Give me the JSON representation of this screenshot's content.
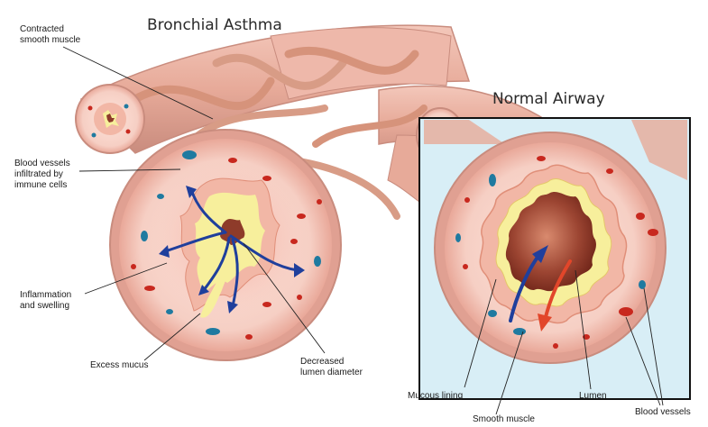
{
  "titles": {
    "asthma": "Bronchial Asthma",
    "normal": "Normal Airway"
  },
  "labels": {
    "contracted_muscle": "Contracted\nsmooth muscle",
    "blood_vessels_infiltrated": "Blood vessels\ninfiltrated by\nimmune cells",
    "inflammation": "Inflammation\nand swelling",
    "excess_mucus": "Excess mucus",
    "decreased_lumen": "Decreased\nlumen diameter",
    "mucous_lining": "Mucous lining",
    "lumen": "Lumen",
    "blood_vessels": "Blood vessels",
    "smooth_muscle": "Smooth muscle"
  },
  "colors": {
    "tube": "#e9b3a6",
    "tube_dark": "#c98c7e",
    "muscle": "#d99a82",
    "wall": "#f6cfc4",
    "mucosa": "#f2b7a6",
    "mucus": "#f7ef9c",
    "lumen": "#8e3b2a",
    "vessel_red": "#c8281e",
    "vessel_blue": "#1f7aa0",
    "arrow_blue": "#1f3f9c",
    "arrow_red": "#e2462a",
    "panel_bg": "#d8eef6"
  }
}
